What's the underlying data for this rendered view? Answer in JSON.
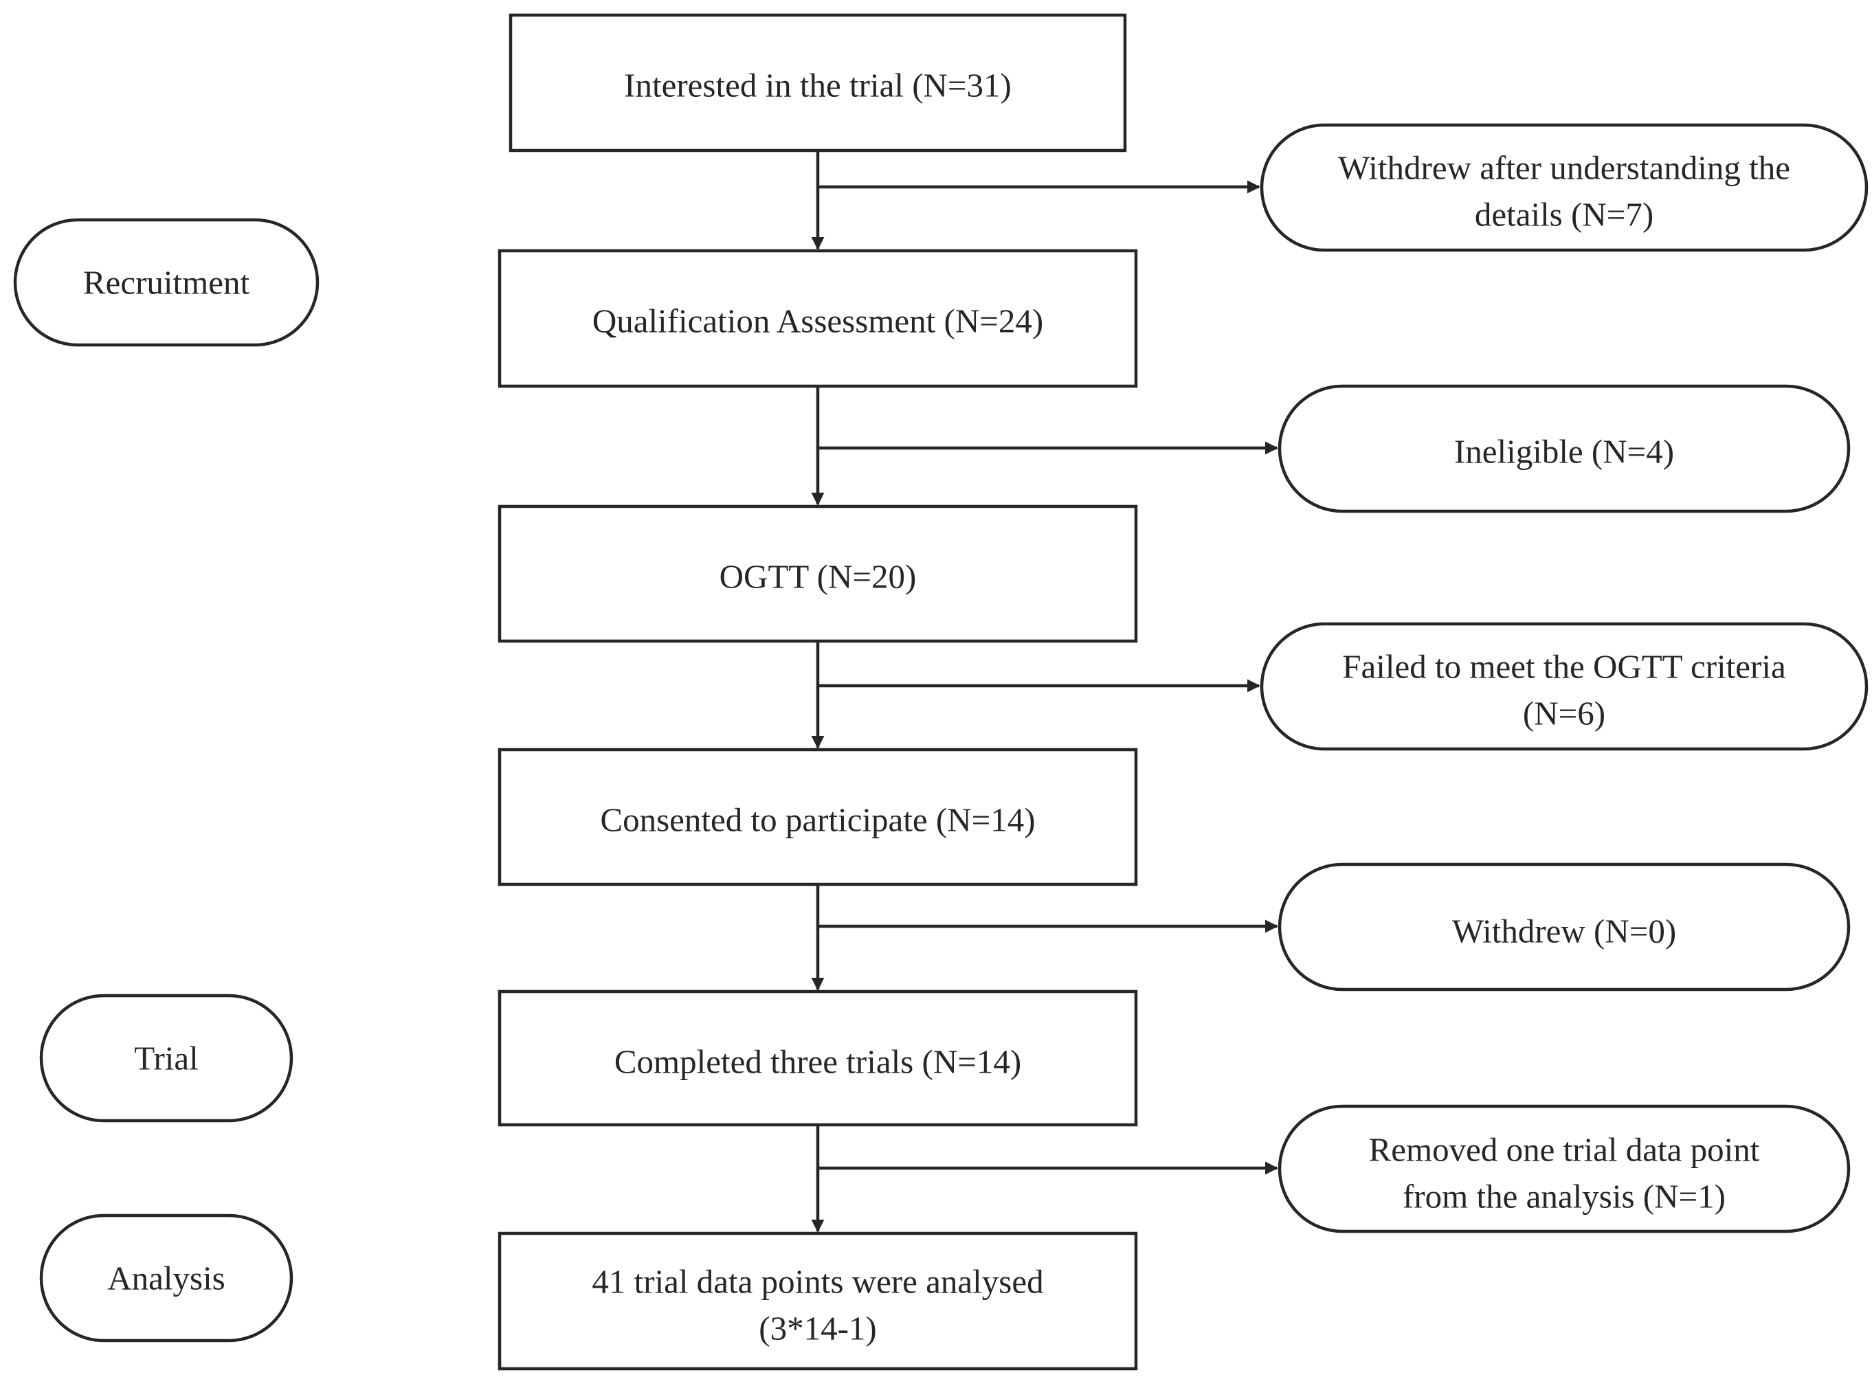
{
  "stages": [
    {
      "id": "recruitment",
      "label": "Recruitment"
    },
    {
      "id": "trial",
      "label": "Trial"
    },
    {
      "id": "analysis",
      "label": "Analysis"
    }
  ],
  "main_steps": [
    {
      "id": "interested",
      "lines": [
        "Interested in the trial (N=31)"
      ]
    },
    {
      "id": "qualification",
      "lines": [
        "Qualification Assessment (N=24)"
      ]
    },
    {
      "id": "ogtt",
      "lines": [
        "OGTT (N=20)"
      ]
    },
    {
      "id": "consented",
      "lines": [
        "Consented to participate (N=14)"
      ]
    },
    {
      "id": "completed",
      "lines": [
        "Completed three trials (N=14)"
      ]
    },
    {
      "id": "analysed",
      "lines": [
        "41 trial data points were analysed",
        "(3*14-1)"
      ]
    }
  ],
  "exclusions": [
    {
      "id": "withdrew-details",
      "lines": [
        "Withdrew after understanding the",
        "details (N=7)"
      ]
    },
    {
      "id": "ineligible",
      "lines": [
        "Ineligible (N=4)"
      ]
    },
    {
      "id": "failed-ogtt",
      "lines": [
        "Failed to meet the OGTT criteria",
        "(N=6)"
      ]
    },
    {
      "id": "withdrew",
      "lines": [
        "Withdrew (N=0)"
      ]
    },
    {
      "id": "removed",
      "lines": [
        "Removed one trial data point",
        "from the analysis (N=1)"
      ]
    }
  ]
}
